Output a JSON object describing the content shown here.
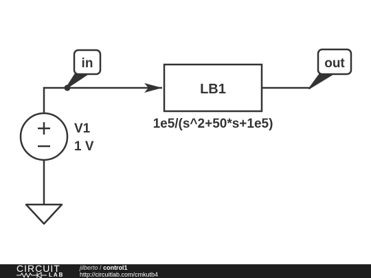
{
  "schematic": {
    "input_label": "in",
    "output_label": "out",
    "block_name": "LB1",
    "block_transfer": "1e5/(s^2+50*s+1e5)",
    "source_name": "V1",
    "source_value": "1 V"
  },
  "footer": {
    "logo_top": "CIRCUIT",
    "logo_bottom": "LAB",
    "author": "jilberto",
    "separator": "/",
    "design_name": "control1",
    "url": "http://circuitlab.com/cmkutb4"
  },
  "colors": {
    "wire": "#333333",
    "background": "#ffffff",
    "footer_bg": "#1e1e1e"
  }
}
